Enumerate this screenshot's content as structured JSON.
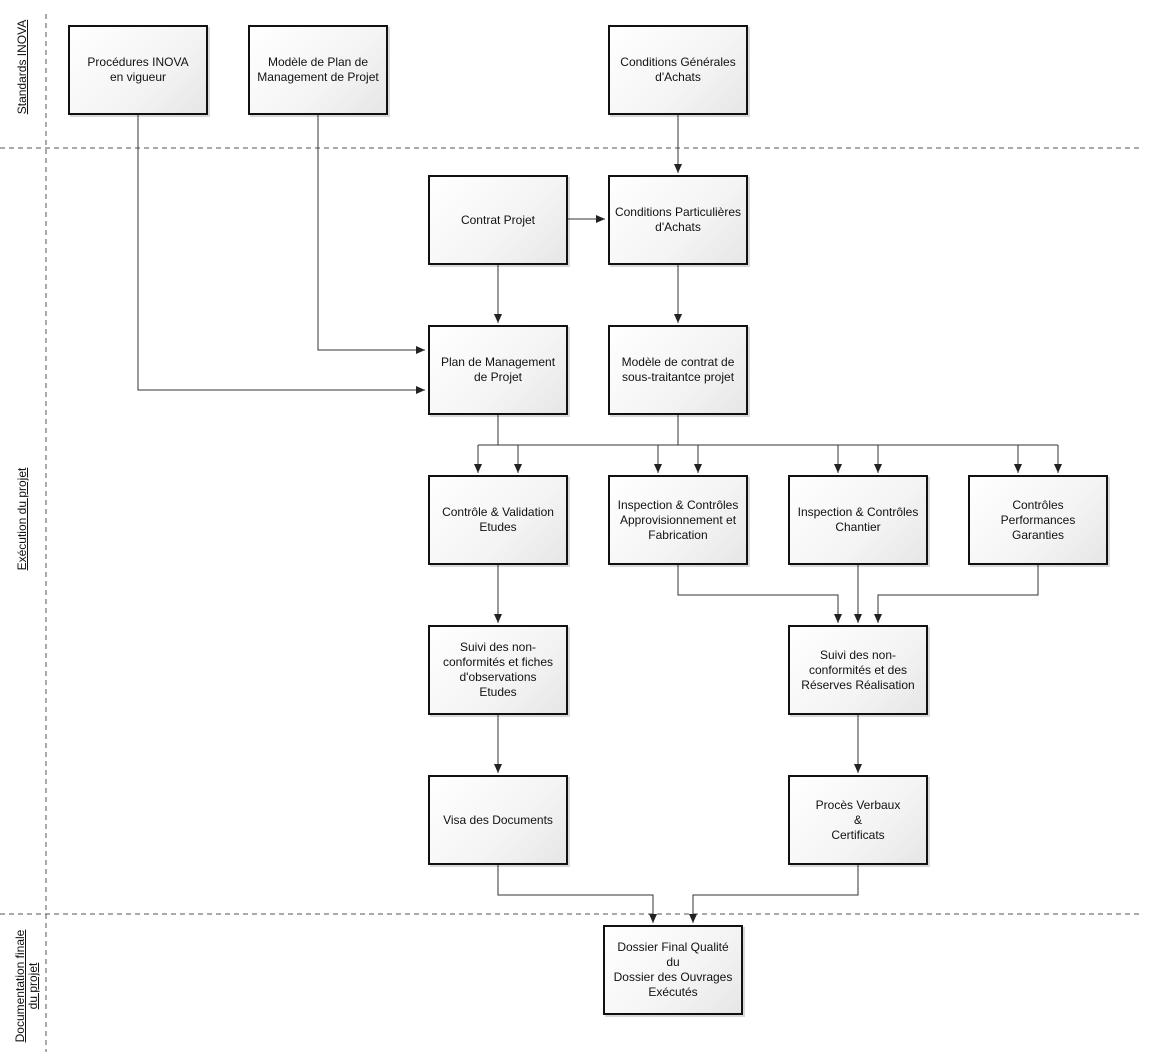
{
  "lanes": {
    "standards": "Standards INOVA",
    "execution": "Exécution du projet",
    "documentation": "Documentation finale\ndu projet"
  },
  "boxes": {
    "procedures": "Procédures INOVA\nen vigueur",
    "modele_plan": "Modèle de Plan de\nManagement de Projet",
    "conditions_generales": "Conditions Générales\nd'Achats",
    "contrat_projet": "Contrat Projet",
    "conditions_particulieres": "Conditions Particulières\nd'Achats",
    "plan_management": "Plan de Management\nde Projet",
    "modele_contrat": "Modèle de contrat de\nsous-traitantce projet",
    "controle_validation": "Contrôle & Validation\nEtudes",
    "inspection_appro": "Inspection & Contrôles\nApprovisionnement et\nFabrication",
    "inspection_chantier": "Inspection & Contrôles\nChantier",
    "controles_performances": "Contrôles Performances\nGaranties",
    "suivi_etudes": "Suivi des non-\nconformités et fiches\nd'observations\nEtudes",
    "suivi_realisation": "Suivi des non-\nconformités et des\nRéserves Réalisation",
    "visa": "Visa des Documents",
    "proces_verbaux": "Procès Verbaux\n&\nCertificats",
    "dossier_final": "Dossier Final Qualité du\nDossier des Ouvrages\nExécutés"
  },
  "colors": {
    "line": "#333333",
    "border": "#111111",
    "dashed": "#555555"
  }
}
